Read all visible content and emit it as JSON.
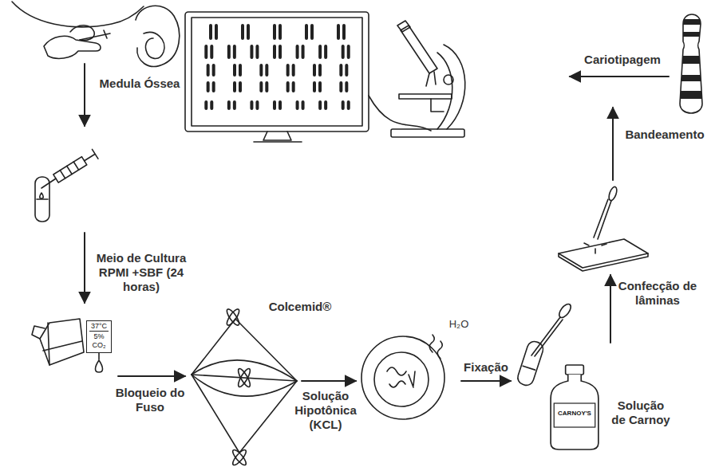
{
  "diagram": {
    "nodes": [
      {
        "text": [
          "37°C",
          "5% CO₂"
        ]
      },
      {
        "text": [
          "CARNOY'S"
        ]
      }
    ],
    "labels": [
      "Medula Óssea",
      "Meio de Cultura RPMI +SBF (24 horas)",
      "Bloqueio do Fuso",
      "Colcemid®",
      "Solução Hipotônica (KCL)",
      "H₂O",
      "Fixação",
      "Solução de Carnoy",
      "Confecção de lâminas",
      "Bandeamento",
      "Cariotipagem"
    ]
  }
}
